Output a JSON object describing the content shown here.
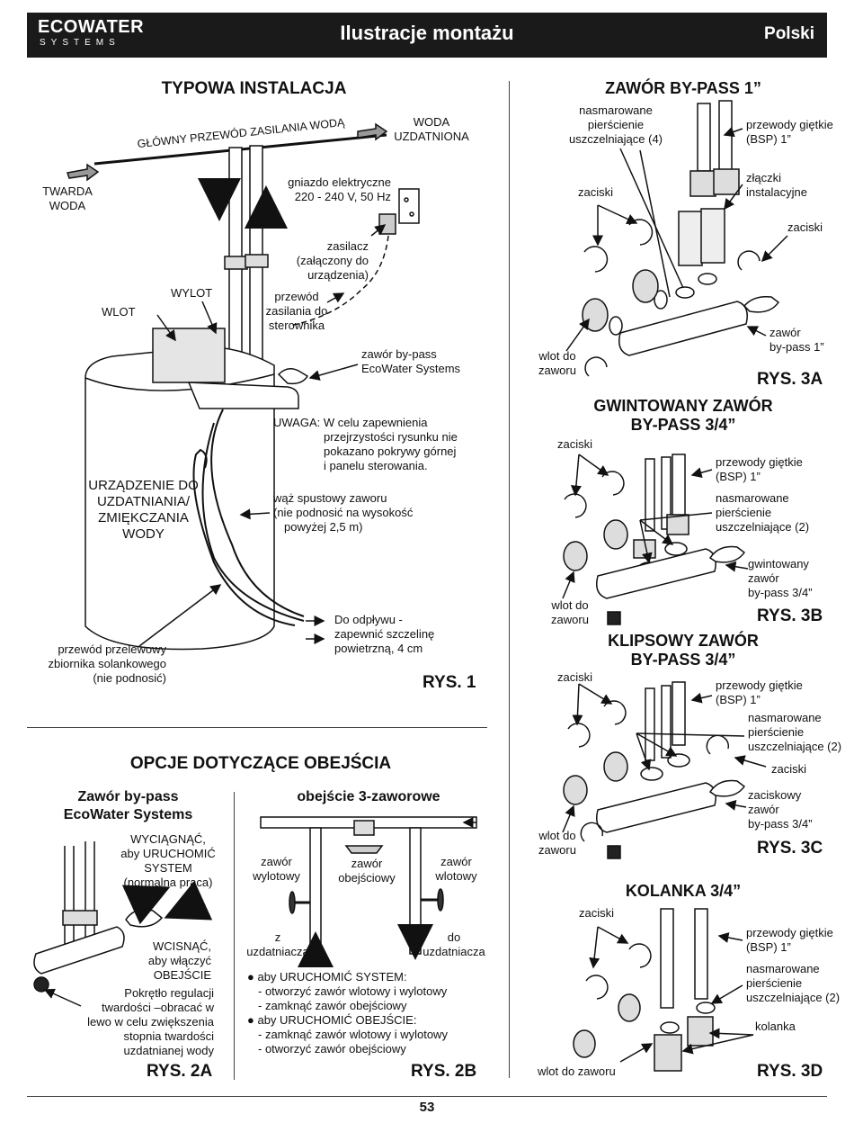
{
  "header": {
    "brand": "ECOWATER",
    "brand_sub": "SYSTEMS",
    "title": "Ilustracje montażu",
    "language": "Polski"
  },
  "fig1": {
    "title": "TYPOWA INSTALACJA",
    "main_line": "GŁÓWNY PRZEWÓD ZASILANIA WODĄ",
    "treated": [
      "WODA",
      "UZDATNIONA"
    ],
    "hard": [
      "TWARDA",
      "WODA"
    ],
    "socket": [
      "gniazdo elektryczne",
      "220 - 240 V, 50 Hz"
    ],
    "adapter": [
      "zasilacz",
      "(załączony do",
      "urządzenia)"
    ],
    "cable": [
      "przewód",
      "zasilania do",
      "sterownika"
    ],
    "outlet": "WYLOT",
    "inlet": "WLOT",
    "bypass": [
      "zawór by-pass",
      "EcoWater Systems"
    ],
    "note": [
      "UWAGA: W celu zapewnienia",
      "przejrzystości rysunku nie",
      "pokazano pokrywy górnej",
      "i panelu sterowania."
    ],
    "device": [
      "URZĄDZENIE DO",
      "UZDATNIANIA/",
      "ZMIĘKCZANIA",
      "WODY"
    ],
    "drain": [
      "wąż spustowy zaworu",
      "(nie podnosić na wysokość",
      "powyżej 2,5 m)"
    ],
    "drain_to": [
      "Do odpływu -",
      "zapewnić szczelinę",
      "powietrzną, 4 cm"
    ],
    "overflow": [
      "przewód przelewowy",
      "zbiornika solankowego",
      "(nie podnosić)"
    ],
    "rys": "RYS. 1"
  },
  "options": {
    "title": "OPCJE DOTYCZĄCE OBEJŚCIA"
  },
  "fig2a": {
    "title": [
      "Zawór by-pass",
      "EcoWater Systems"
    ],
    "pull": [
      "WYCIĄGNĄĆ,",
      "aby URUCHOMIĆ",
      "SYSTEM",
      "(normalna praca)"
    ],
    "push": [
      "WCISNĄĆ,",
      "aby włączyć",
      "OBEJŚCIE"
    ],
    "knob": [
      "Pokrętło regulacji",
      "twardości –obracać w",
      "lewo w celu zwiększenia",
      "stopnia twardości",
      "uzdatnianej wody"
    ],
    "rys": "RYS. 2A"
  },
  "fig2b": {
    "title": "obejście 3-zaworowe",
    "outlet_valve": [
      "zawór",
      "wylotowy"
    ],
    "bypass_valve": [
      "zawór",
      "obejściowy"
    ],
    "inlet_valve": [
      "zawór",
      "wlotowy"
    ],
    "from": [
      "z",
      "uzdatniacza"
    ],
    "to": [
      "do",
      "uzdatniacza"
    ],
    "b1": "aby URUCHOMIĆ SYSTEM:",
    "b1a": "- otworzyć zawór wlotowy i wylotowy",
    "b1b": "- zamknąć zawór obejściowy",
    "b2": "aby URUCHOMIĆ OBEJŚCIE:",
    "b2a": "- zamknąć zawór wlotowy i wylotowy",
    "b2b": "- otworzyć zawór obejściowy",
    "rys": "RYS. 2B"
  },
  "fig3a": {
    "title": "ZAWÓR BY-PASS 1”",
    "orings": [
      "nasmarowane",
      "pierścienie",
      "uszczelniające (4)"
    ],
    "hoses": [
      "przewody giętkie",
      "(BSP) 1”"
    ],
    "fittings": [
      "złączki",
      "instalacyjne"
    ],
    "clips_l": "zaciski",
    "clips_r": "zaciski",
    "inlet": [
      "wlot do",
      "zaworu"
    ],
    "valve": [
      "zawór",
      "by-pass 1”"
    ],
    "rys": "RYS. 3A"
  },
  "fig3b": {
    "title": [
      "GWINTOWANY ZAWÓR",
      "BY-PASS 3/4”"
    ],
    "clips": "zaciski",
    "hoses": [
      "przewody giętkie",
      "(BSP) 1”"
    ],
    "orings": [
      "nasmarowane",
      "pierścienie",
      "uszczelniające (2)"
    ],
    "valve": [
      "gwintowany",
      "zawór",
      "by-pass 3/4”"
    ],
    "inlet": [
      "wlot do",
      "zaworu"
    ],
    "rys": "RYS. 3B"
  },
  "fig3c": {
    "title": [
      "KLIPSOWY ZAWÓR",
      "BY-PASS 3/4”"
    ],
    "clips": "zaciski",
    "hoses": [
      "przewody giętkie",
      "(BSP) 1”"
    ],
    "orings": [
      "nasmarowane",
      "pierścienie",
      "uszczelniające (2)"
    ],
    "clips_r": "zaciski",
    "valve": [
      "zaciskowy",
      "zawór",
      "by-pass 3/4”"
    ],
    "inlet": [
      "wlot do",
      "zaworu"
    ],
    "rys": "RYS. 3C"
  },
  "fig3d": {
    "title": "KOLANKA 3/4”",
    "clips": "zaciski",
    "hoses": [
      "przewody giętkie",
      "(BSP) 1”"
    ],
    "orings": [
      "nasmarowane",
      "pierścienie",
      "uszczelniające (2)"
    ],
    "elbows": "kolanka",
    "inlet": "wlot do zaworu",
    "rys": "RYS. 3D"
  },
  "footer": {
    "page": "53"
  }
}
